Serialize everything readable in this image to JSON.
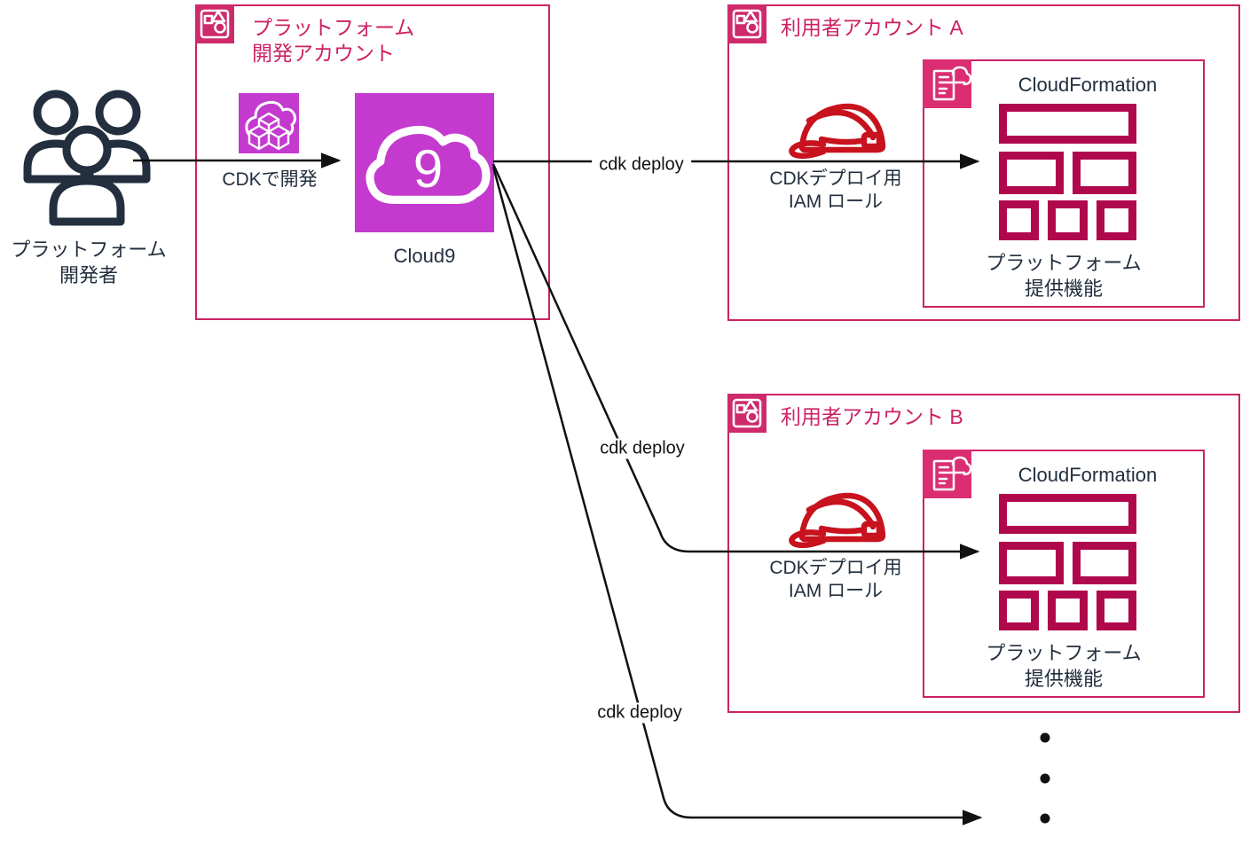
{
  "colors": {
    "accent_pink": "#CC2264",
    "account_icon_fill": "#CE2A6C",
    "dev_tools_magenta": "#C43ACF",
    "cloudformation_icon_pink": "#DB2E72",
    "stack_crimson": "#B0084D",
    "iam_role_red": "#C8121E",
    "text_dark": "#232F3E",
    "arrow_black": "#111111"
  },
  "developer": {
    "icon": "users-icon",
    "label": "プラットフォーム\n開発者"
  },
  "platform_account": {
    "icon": "aws-account-icon",
    "title": "プラットフォーム\n開発アカウント",
    "cdk": {
      "icon": "cdk-icon",
      "label": "CDKで開発"
    },
    "cloud9": {
      "icon": "cloud9-icon",
      "icon_digit": "9",
      "label": "Cloud9"
    }
  },
  "accounts": [
    {
      "icon": "aws-account-icon",
      "title": "利用者アカウント A",
      "iam_role": {
        "icon": "iam-role-helmet-icon",
        "label": "CDKデプロイ用\nIAM ロール"
      },
      "cloudformation": {
        "icon": "cloudformation-icon",
        "title": "CloudFormation",
        "stack_icon": "stack-blocks",
        "stack_label": "プラットフォーム\n提供機能"
      }
    },
    {
      "icon": "aws-account-icon",
      "title": "利用者アカウント B",
      "iam_role": {
        "icon": "iam-role-helmet-icon",
        "label": "CDKデプロイ用\nIAM ロール"
      },
      "cloudformation": {
        "icon": "cloudformation-icon",
        "title": "CloudFormation",
        "stack_icon": "stack-blocks",
        "stack_label": "プラットフォーム\n提供機能"
      }
    }
  ],
  "arrows": {
    "deploy_a": {
      "label": "cdk deploy"
    },
    "deploy_b": {
      "label": "cdk deploy"
    },
    "deploy_more": {
      "label": "cdk deploy"
    }
  },
  "more_accounts_indicator": {
    "icon": "vertical-ellipsis-dots"
  }
}
